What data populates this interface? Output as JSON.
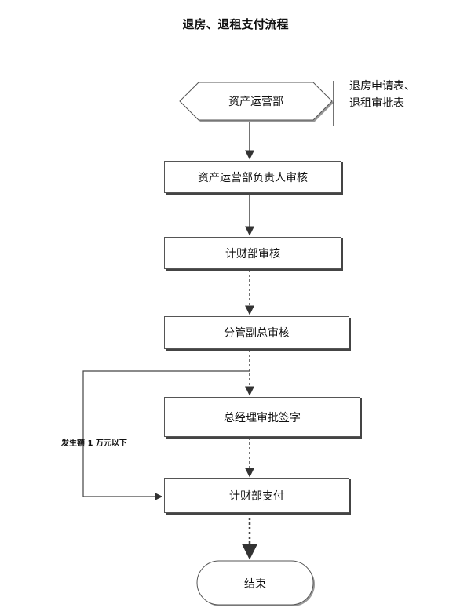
{
  "title": "退房、退租支付流程",
  "start": {
    "label": "资产运营部"
  },
  "note": {
    "lines": [
      "退房申请表、",
      "退租审批表"
    ]
  },
  "steps": [
    {
      "label": "资产运营部负责人审核"
    },
    {
      "label": "计财部审核"
    },
    {
      "label": "分管副总审核"
    },
    {
      "label": "总经理审批签字"
    },
    {
      "label": "计财部支付"
    }
  ],
  "end": {
    "label": "结束"
  },
  "bypass": {
    "label": "发生额 1 万元以下"
  }
}
